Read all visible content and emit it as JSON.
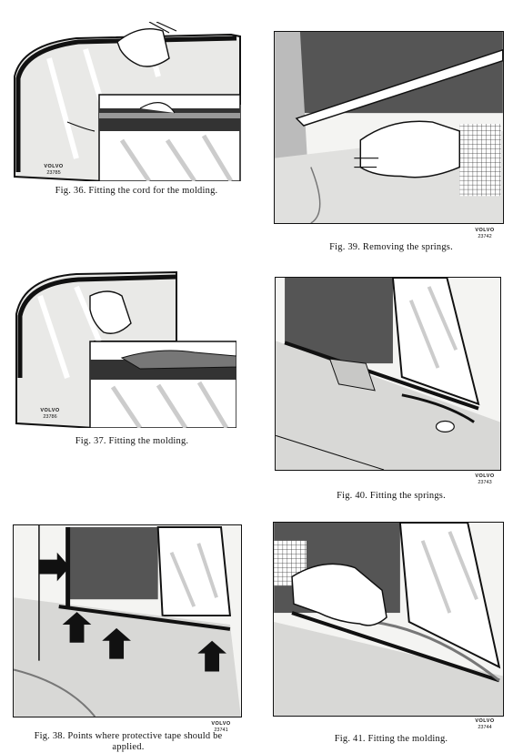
{
  "figures": [
    {
      "caption": "Fig. 36. Fitting the cord for the molding.",
      "brand": "VOLVO",
      "code": "23785"
    },
    {
      "caption": "Fig. 37. Fitting the molding.",
      "brand": "VOLVO",
      "code": "23786"
    },
    {
      "caption": "Fig. 38. Points where protective tape should be applied.",
      "brand": "VOLVO",
      "code": "23741"
    },
    {
      "caption": "Fig. 39. Removing the springs.",
      "brand": "VOLVO",
      "code": "23742"
    },
    {
      "caption": "Fig. 40. Fitting the springs.",
      "brand": "VOLVO",
      "code": "23743"
    },
    {
      "caption": "Fig. 41. Fitting the molding.",
      "brand": "VOLVO",
      "code": "23744"
    }
  ]
}
